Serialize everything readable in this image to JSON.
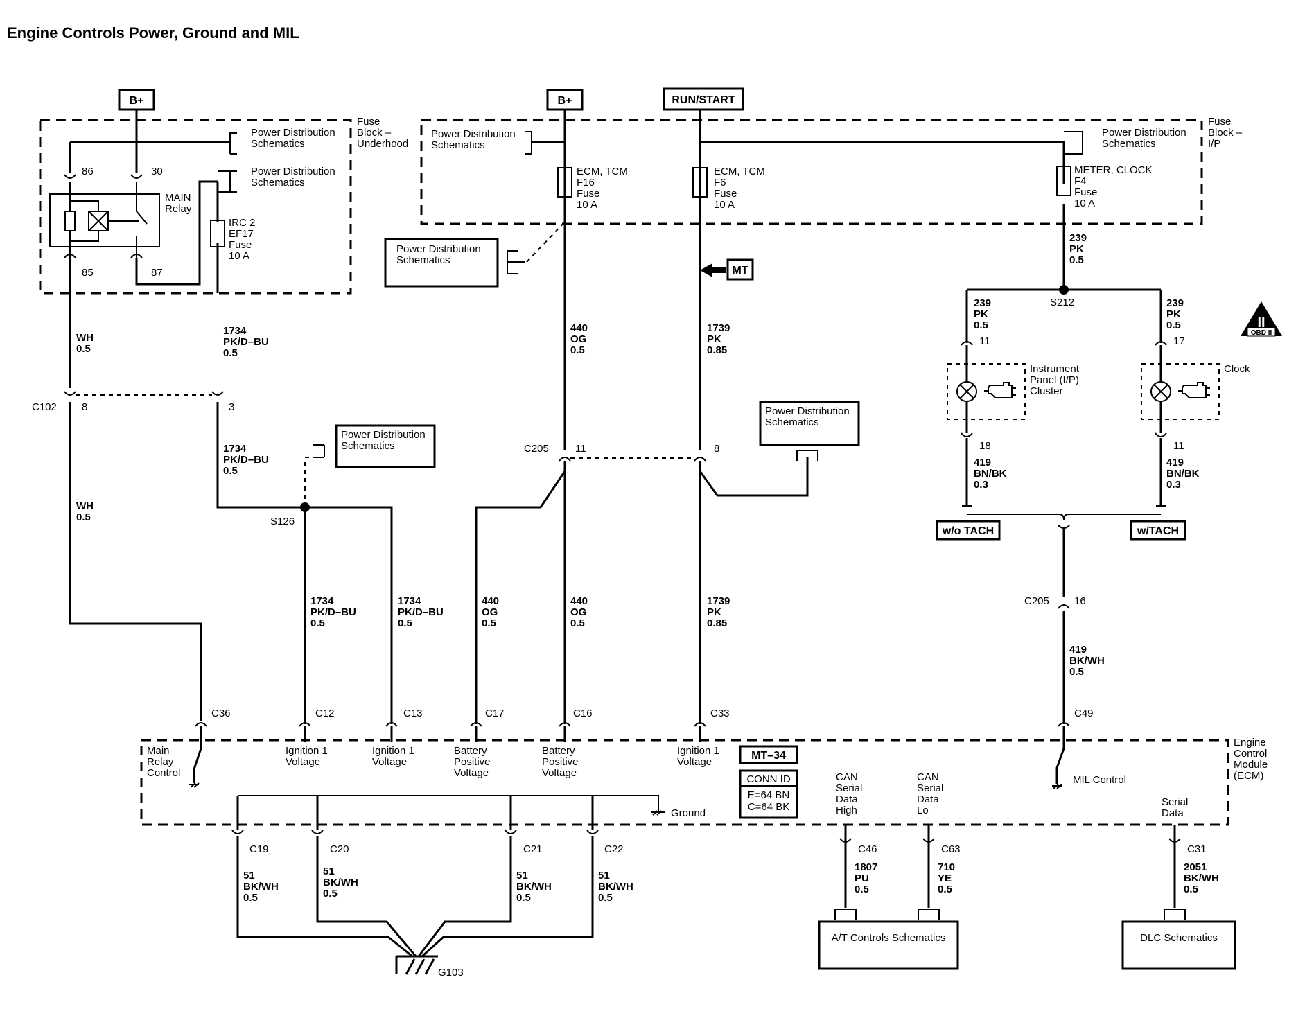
{
  "title": "Engine Controls Power, Ground and MIL",
  "supplies": {
    "bplus_left": "B+",
    "bplus_mid": "B+",
    "run_start": "RUN/START"
  },
  "blocks": {
    "underhood": [
      "Fuse",
      "Block –",
      "Underhood"
    ],
    "ip": [
      "Fuse",
      "Block –",
      "I/P"
    ],
    "ecm": [
      "Engine",
      "Control",
      "Module",
      "(ECM)"
    ]
  },
  "refs": {
    "pds": [
      "Power Distribution",
      "Schematics"
    ],
    "at": "A/T Controls Schematics",
    "dlc": "DLC Schematics",
    "mt": "MT"
  },
  "relay": {
    "name": [
      "MAIN",
      "Relay"
    ],
    "p86": "86",
    "p30": "30",
    "p85": "85",
    "p87": "87"
  },
  "fuses": {
    "ef17": [
      "IRC 2",
      "EF17",
      "Fuse",
      "10 A"
    ],
    "f16": [
      "ECM, TCM",
      "F16",
      "Fuse",
      "10 A"
    ],
    "f6": [
      "ECM, TCM",
      "F6",
      "Fuse",
      "10 A"
    ],
    "f4": [
      "METER, CLOCK",
      "F4",
      "Fuse",
      "10 A"
    ]
  },
  "wires": {
    "wh": [
      "WH",
      "0.5"
    ],
    "pk1734": [
      "1734",
      "PK/D–BU",
      "0.5"
    ],
    "og440": [
      "440",
      "OG",
      "0.5"
    ],
    "pk1739": [
      "1739",
      "PK",
      "0.85"
    ],
    "pk239": [
      "239",
      "PK",
      "0.5"
    ],
    "bn419": [
      "419",
      "BN/BK",
      "0.3"
    ],
    "bk419": [
      "419",
      "BK/WH",
      "0.5"
    ],
    "gnd51": [
      "51",
      "BK/WH",
      "0.5"
    ],
    "pu1807": [
      "1807",
      "PU",
      "0.5"
    ],
    "ye710": [
      "710",
      "YE",
      "0.5"
    ],
    "bk2051": [
      "2051",
      "BK/WH",
      "0.5"
    ]
  },
  "connectors": {
    "c102": "C102",
    "c205": "C205",
    "c8": "8",
    "c3": "3",
    "c11": "11",
    "c8b": "8",
    "p11": "11",
    "p17": "17",
    "p18": "18",
    "p11b": "11",
    "p16": "16",
    "c36": "C36",
    "c12": "C12",
    "c13": "C13",
    "c17": "C17",
    "c16": "C16",
    "c33": "C33",
    "c49": "C49",
    "c19": "C19",
    "c20": "C20",
    "c21": "C21",
    "c22": "C22",
    "c46": "C46",
    "c63": "C63",
    "c31": "C31"
  },
  "splices": {
    "s126": "S126",
    "s212": "S212"
  },
  "grounds": {
    "g103": "G103"
  },
  "components": {
    "ipc": [
      "Instrument",
      "Panel (I/P)",
      "Cluster"
    ],
    "clock": "Clock",
    "wo_tach": "w/o TACH",
    "w_tach": "w/TACH"
  },
  "ecm_pins": {
    "main_relay": [
      "Main",
      "Relay",
      "Control"
    ],
    "ign1": [
      "Ignition 1",
      "Voltage"
    ],
    "batt": [
      "Battery",
      "Positive",
      "Voltage"
    ],
    "ground": "Ground",
    "can_high": [
      "CAN",
      "Serial",
      "Data",
      "High"
    ],
    "can_lo": [
      "CAN",
      "Serial",
      "Data",
      "Lo"
    ],
    "mil": "MIL Control",
    "serial": [
      "Serial",
      "Data"
    ]
  },
  "tags": {
    "mt34": "MT–34",
    "connid": "CONN ID",
    "connid_e": "E=64 BN",
    "connid_c": "C=64 BK"
  },
  "obd": {
    "symbol": "II",
    "text": "OBD II"
  }
}
